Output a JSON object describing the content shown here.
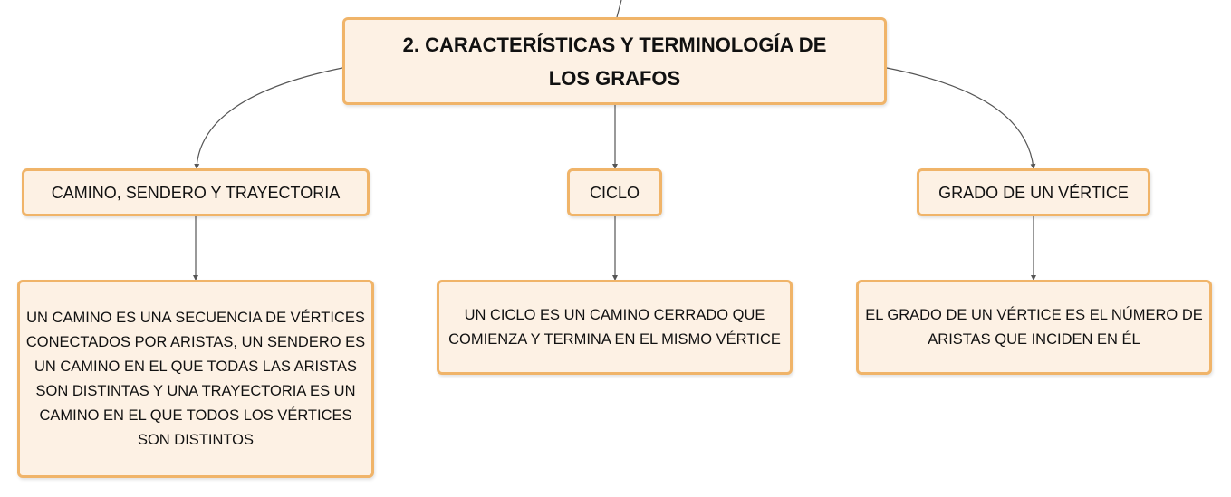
{
  "root": {
    "title": "2. CARACTERÍSTICAS Y TERMINOLOGÍA DE LOS GRAFOS"
  },
  "topics": [
    {
      "label": "CAMINO, SENDERO Y TRAYECTORIA",
      "description": "UN CAMINO ES UNA SECUENCIA DE VÉRTICES CONECTADOS POR ARISTAS, UN SENDERO ES UN CAMINO EN EL QUE TODAS LAS ARISTAS SON DISTINTAS Y UNA TRAYECTORIA ES UN CAMINO EN EL QUE TODOS LOS VÉRTICES SON DISTINTOS"
    },
    {
      "label": "CICLO",
      "description": "UN CICLO ES UN CAMINO CERRADO QUE COMIENZA Y TERMINA EN EL MISMO VÉRTICE"
    },
    {
      "label": "GRADO DE UN VÉRTICE",
      "description": "EL GRADO DE UN VÉRTICE ES EL NÚMERO DE ARISTAS QUE INCIDEN EN ÉL"
    }
  ],
  "colors": {
    "node_fill": "#fdf1e4",
    "node_border": "#f0b469",
    "connector": "#555555"
  }
}
